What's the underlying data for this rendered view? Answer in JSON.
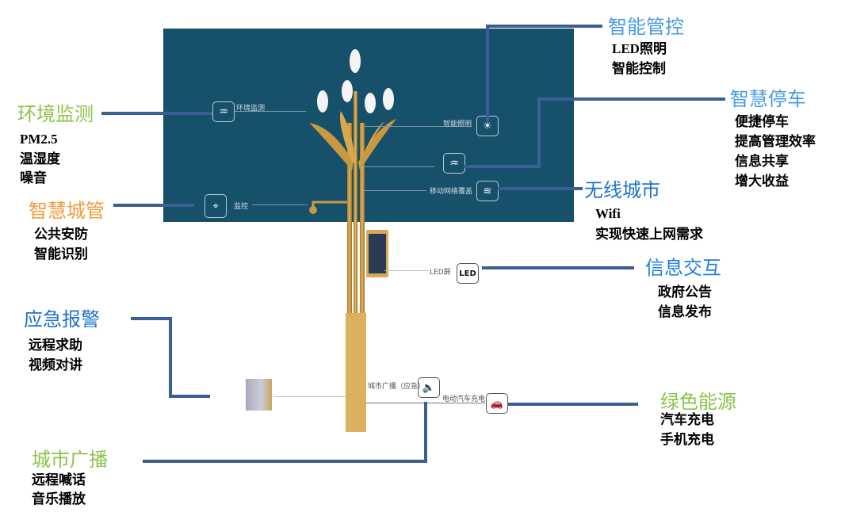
{
  "panel_color": "#17506b",
  "connector_color": "#3a5f93",
  "features": [
    {
      "title": "智能管控",
      "color": "#4a9be0",
      "items": [
        "LED照明",
        "智能控制"
      ]
    },
    {
      "title": "智慧停车",
      "color": "#4a9be0",
      "items": [
        "便捷停车",
        "提高管理效率",
        "信息共享",
        "增大收益"
      ]
    },
    {
      "title": "环境监测",
      "color": "#8cc34a",
      "items": [
        "PM2.5",
        "温湿度",
        "噪音"
      ]
    },
    {
      "title": "智慧城管",
      "color": "#f29a3c",
      "items": [
        "公共安防",
        "智能识别"
      ]
    },
    {
      "title": "无线城市",
      "color": "#1f73c8",
      "items": [
        "Wifi",
        "实现快速上网需求"
      ]
    },
    {
      "title": "信息交互",
      "color": "#1f7fe0",
      "items": [
        "政府公告",
        "信息发布"
      ]
    },
    {
      "title": "应急报警",
      "color": "#1f73c8",
      "items": [
        "远程求助",
        "视频对讲"
      ]
    },
    {
      "title": "绿色能源",
      "color": "#8cc34a",
      "items": [
        "汽车充电",
        "手机充电"
      ]
    },
    {
      "title": "城市广播",
      "color": "#8cc34a",
      "items": [
        "远程喊话",
        "音乐播放"
      ]
    }
  ],
  "pole_labels": {
    "env": "环境监测",
    "lighting": "智能照明",
    "monitor": "监控",
    "network": "移动网络覆盖",
    "led": "LED屏",
    "led_icon": "LED",
    "broadcast": "城市广播（应急）",
    "ev": "电动汽车充电"
  }
}
